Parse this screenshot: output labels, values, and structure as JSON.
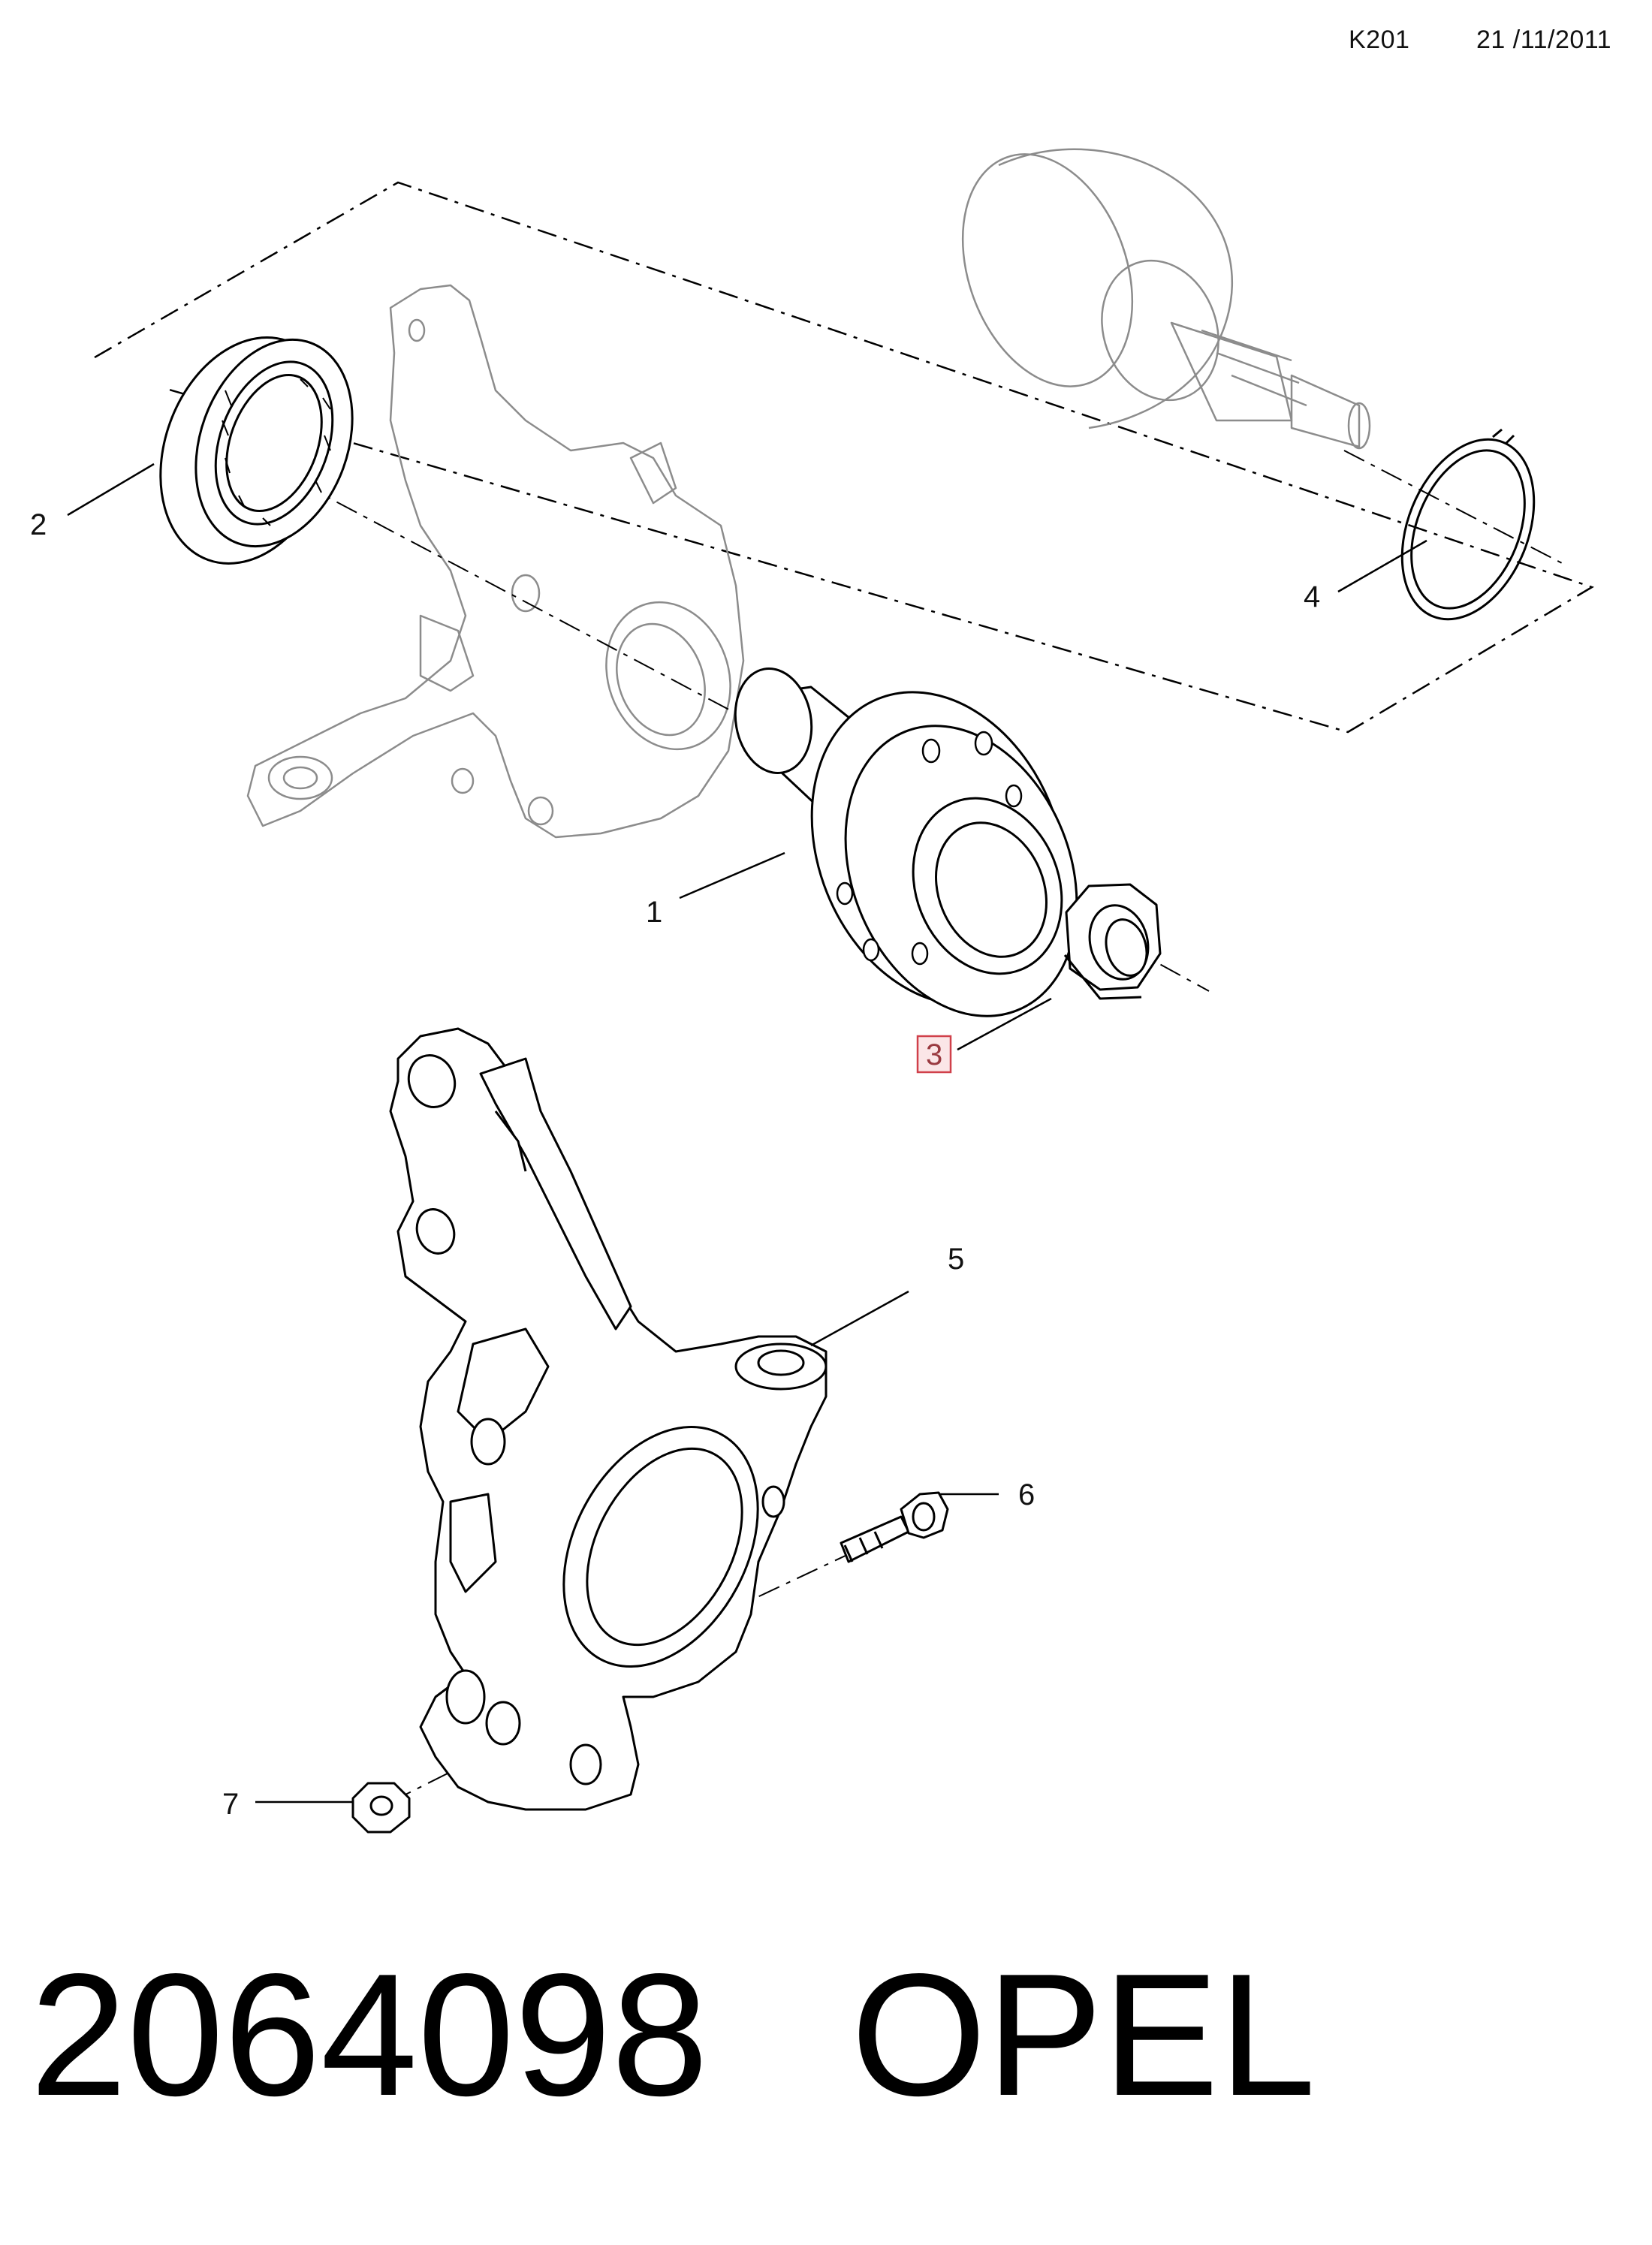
{
  "header": {
    "code": "K201",
    "date": "21 /11/2011"
  },
  "callouts": {
    "c1": "1",
    "c2": "2",
    "c3": "3",
    "c4": "4",
    "c5": "5",
    "c6": "6",
    "c7": "7"
  },
  "highlighted_callout": "3",
  "colors": {
    "line": "#000000",
    "ghost": "#8c8c8c",
    "highlight_border": "#d0404a",
    "highlight_fill": "#fbe6e7"
  },
  "footer": {
    "part_number": "2064098",
    "brand": "OPEL"
  }
}
